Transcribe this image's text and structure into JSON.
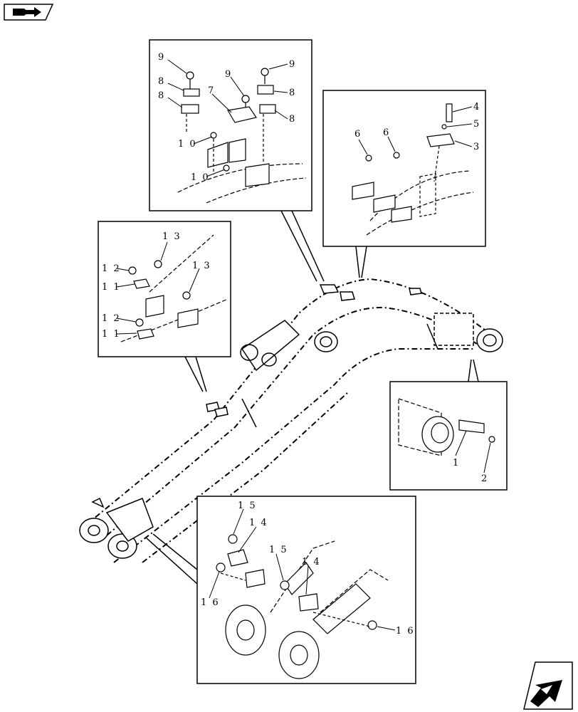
{
  "toolbar": {
    "back_icon": "book-back-icon"
  },
  "footer": {
    "next_icon": "next-page-arrow-icon"
  },
  "callouts": {
    "detail_top": [
      {
        "id": "c9a",
        "label": "9"
      },
      {
        "id": "c8a",
        "label": "8"
      },
      {
        "id": "c8b",
        "label": "8"
      },
      {
        "id": "c9b",
        "label": "9"
      },
      {
        "id": "c7",
        "label": "7"
      },
      {
        "id": "c9c",
        "label": "9"
      },
      {
        "id": "c8c",
        "label": "8"
      },
      {
        "id": "c8d",
        "label": "8"
      },
      {
        "id": "c10a",
        "label": "1 0"
      },
      {
        "id": "c10b",
        "label": "1 0"
      }
    ],
    "detail_right": [
      {
        "id": "c4",
        "label": "4"
      },
      {
        "id": "c5",
        "label": "5"
      },
      {
        "id": "c3",
        "label": "3"
      },
      {
        "id": "c6a",
        "label": "6"
      },
      {
        "id": "c6b",
        "label": "6"
      }
    ],
    "detail_left": [
      {
        "id": "c13a",
        "label": "1 3"
      },
      {
        "id": "c12a",
        "label": "1 2"
      },
      {
        "id": "c13b",
        "label": "1 3"
      },
      {
        "id": "c11a",
        "label": "1 1"
      },
      {
        "id": "c12b",
        "label": "1 2"
      },
      {
        "id": "c11b",
        "label": "1 1"
      }
    ],
    "detail_end": [
      {
        "id": "c1",
        "label": "1"
      },
      {
        "id": "c2",
        "label": "2"
      }
    ],
    "detail_bottom": [
      {
        "id": "c15a",
        "label": "1 5"
      },
      {
        "id": "c14a",
        "label": "1 4"
      },
      {
        "id": "c16a",
        "label": "1 6"
      },
      {
        "id": "c15b",
        "label": "1 5"
      },
      {
        "id": "c14b",
        "label": "1 4"
      },
      {
        "id": "c16b",
        "label": "1 6"
      }
    ]
  }
}
